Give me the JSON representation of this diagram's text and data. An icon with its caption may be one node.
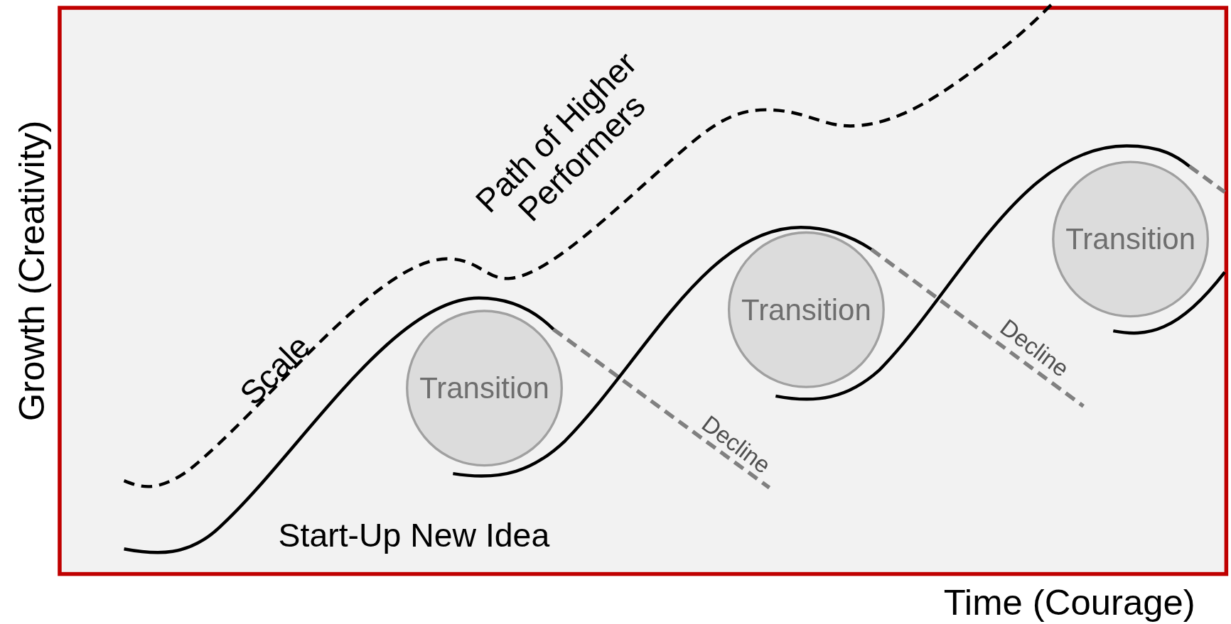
{
  "diagram": {
    "nodes": [
      {
        "text": [
          "Transition"
        ]
      },
      {
        "text": [
          "Transition"
        ]
      },
      {
        "text": [
          "Transition"
        ]
      }
    ],
    "labels": [
      "Path of Higher Performers",
      "Scale",
      "Decline",
      "Decline",
      "Start-Up New Idea",
      "Growth (Creativity)",
      "Time (Courage)"
    ]
  }
}
